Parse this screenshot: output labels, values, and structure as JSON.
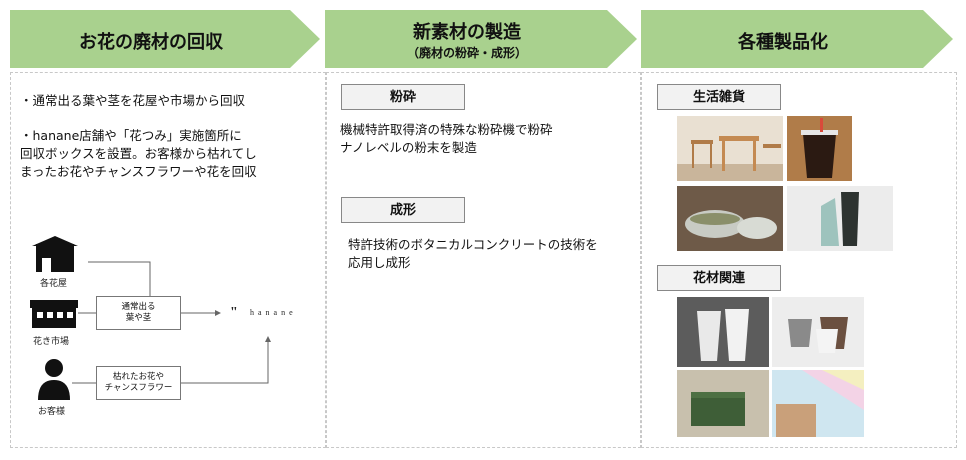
{
  "headers": [
    {
      "title": "お花の廃材の回収",
      "sub": ""
    },
    {
      "title": "新素材の製造",
      "sub": "（廃材の粉砕・成形）"
    },
    {
      "title": "各種製品化",
      "sub": ""
    }
  ],
  "collect": {
    "bullet1": "・通常出る葉や茎を花屋や市場から回収",
    "bullet2_lines": [
      "・hanane店舗や「花つみ」実施箇所に",
      "回収ボックスを設置。お客様から枯れてし",
      "まったお花やチャンスフラワーや花を回収"
    ],
    "flow": {
      "source1": "各花屋",
      "source2": "花き市場",
      "source3": "お客様",
      "box1_lines": [
        "通常出る",
        "葉や茎"
      ],
      "box2_lines": [
        "枯れたお花や",
        "チャンスフラワー"
      ],
      "logo": "hanane"
    }
  },
  "manufacture": {
    "step1_label": "粉砕",
    "step1_lines": [
      "機械特許取得済の特殊な粉砕機で粉砕",
      "ナノレベルの粉末を製造"
    ],
    "step2_label": "成形",
    "step2_lines": [
      "特許技術のボタニカルコンクリートの技術を",
      "応用し成形"
    ]
  },
  "products": {
    "cat1": "生活雑貨",
    "cat2": "花材関連"
  },
  "colors": {
    "header_green": "#a9d18e"
  }
}
